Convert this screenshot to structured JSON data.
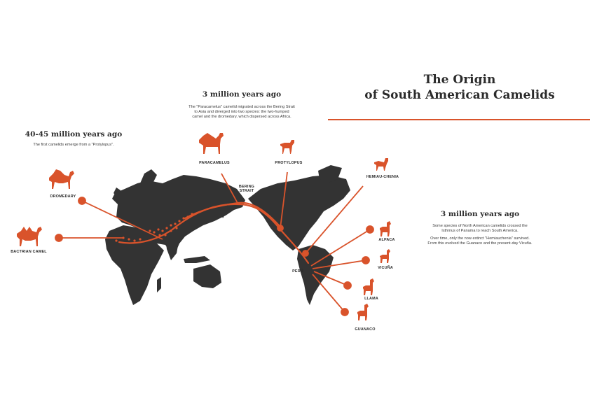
{
  "title": {
    "line1": "The Origin",
    "line2": "of South American Camelids"
  },
  "sections": {
    "early": {
      "heading": "40-45 million years ago",
      "text": "The first camelids emerge from a \"Protylopus\"."
    },
    "migration": {
      "heading": "3 million years ago",
      "text1": "The \"Paracamelus\" camelid migrated across the Bering Strait",
      "text2": "to Asia and diverged into two species: the two-humped",
      "text3": "camel and the dromedary, which dispersed across Africa."
    },
    "south": {
      "heading": "3 million years ago",
      "text1": "Some species of North American camelids crossed the",
      "text2": "Isthmus of Panama to reach South America.",
      "text3": "Over time, only the now extinct \"Hemiauchenia\" survived.",
      "text4": "From this evolved the Guanaco and the present-day Vicuña."
    }
  },
  "labels": {
    "dromedary": "DROMEDARY",
    "bactrian": "BACTRIAN CAMEL",
    "paracamelus": "PARACAMELUS",
    "protylopus": "PROTYLOPUS",
    "bering": "BERING",
    "strait": "STRAIT",
    "hemiauchenia": "HEMIAU-CHENIA",
    "alpaca": "ALPACA",
    "vicuna": "VICUÑA",
    "llama": "LLAMA",
    "guanaco": "GUANACO",
    "peru": "PERÚ"
  },
  "colors": {
    "accent": "#d9532b",
    "land": "#333333",
    "text": "#2b2b2b"
  },
  "icons": {
    "dromedary": "dromedary-icon",
    "bactrian": "bactrian-camel-icon",
    "paracamelus": "paracamelus-icon",
    "protylopus": "protylopus-icon",
    "hemiauchenia": "hemiauchenia-icon",
    "alpaca": "alpaca-icon",
    "vicuna": "vicuna-icon",
    "llama": "llama-icon",
    "guanaco": "guanaco-icon"
  }
}
